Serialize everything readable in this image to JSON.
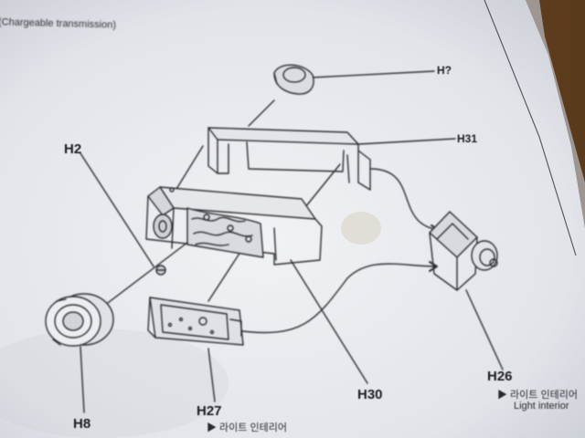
{
  "header_text": "(Chargeable transmission)",
  "parts": {
    "h_top": "H?",
    "h31": "H31",
    "h2": "H2",
    "h26": "H26",
    "h8": "H8",
    "h27": "H27",
    "h30": "H30"
  },
  "captions": {
    "h27": "▶ 라이트 인테리어",
    "h26_line1": "▶ 라이트 인테리어",
    "h26_line2": "Light interior"
  }
}
